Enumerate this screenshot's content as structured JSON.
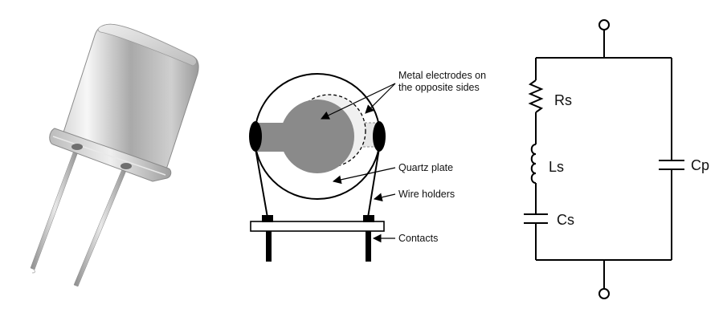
{
  "crystal_diagram": {
    "labels": {
      "electrodes_line1": "Metal electrodes on",
      "electrodes_line2": "the opposite sides",
      "quartz_plate": "Quartz plate",
      "wire_holders": "Wire holders",
      "contacts": "Contacts"
    }
  },
  "equivalent_circuit": {
    "components": {
      "series_resistance": "Rs",
      "series_inductance": "Ls",
      "series_capacitance": "Cs",
      "parallel_capacitance": "Cp"
    }
  },
  "colors": {
    "metal_light": "#f4f4f4",
    "metal_mid": "#c8c8c8",
    "metal_dark": "#8c8c8c",
    "electrode_gray": "#8a8a8a",
    "line": "#000000"
  }
}
